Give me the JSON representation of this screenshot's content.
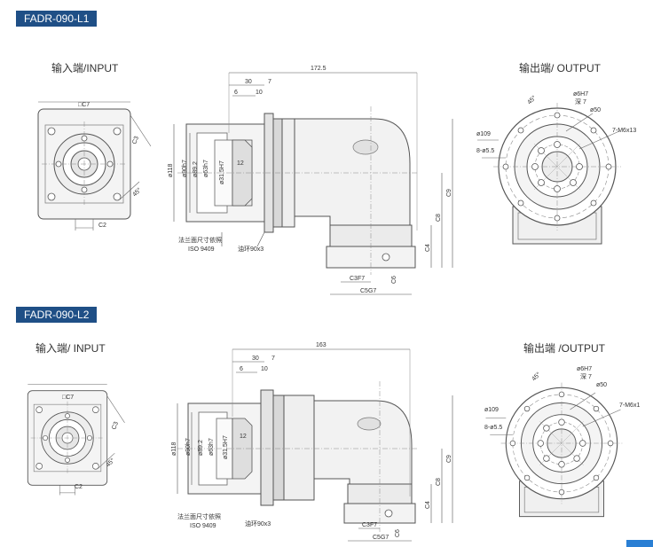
{
  "sections": [
    {
      "model": "FADR-090-L1",
      "input_label": "输入端/INPUT",
      "output_label": "输出端/ OUTPUT",
      "dims": {
        "c7": "□C7",
        "c2": "C2",
        "c3": "C3",
        "d45": "45°",
        "d118": "ø118",
        "d90": "ø90h7",
        "d89": "ø89.2",
        "d63": "ø63h7",
        "d315": "ø31.5H7",
        "len": "172.5",
        "l30": "30",
        "l7": "7",
        "l6": "6",
        "l10": "10",
        "l12": "12",
        "c9": "C9",
        "c8": "C8",
        "c4": "C4",
        "c6": "C6",
        "c3f7": "C3F7",
        "c5g7": "C5G7",
        "flange_note_cn": "法兰面尺寸依照",
        "flange_note_iso": "ISO 9409",
        "oil_ring": "油环90x3",
        "o_d109": "ø109",
        "o_8d55": "8-ø5.5",
        "o_d6": "ø6H7",
        "o_depth": "深 7",
        "o_d50": "ø50",
        "o_m6": "7-M6x13",
        "o_45": "45°"
      }
    },
    {
      "model": "FADR-090-L2",
      "input_label": "输入端/ INPUT",
      "output_label": "输出端 /OUTPUT",
      "dims": {
        "c7": "□C7",
        "c2": "C2",
        "c3": "C3",
        "d45": "45°",
        "d118": "ø118",
        "d90": "ø90h7",
        "d89": "ø89.2",
        "d63": "ø63h7",
        "d315": "ø31.5H7",
        "len": "163",
        "l30": "30",
        "l7": "7",
        "l6": "6",
        "l10": "10",
        "l12": "12",
        "c9": "C9",
        "c8": "C8",
        "c4": "C4",
        "c6": "C6",
        "c3f7": "C3F7",
        "c5g7": "C5G7",
        "flange_note_cn": "法兰面尺寸依照",
        "flange_note_iso": "ISO 9409",
        "oil_ring": "油环90x3",
        "o_d109": "ø109",
        "o_8d55": "8-ø5.5",
        "o_d6": "ø6H7",
        "o_depth": "深 7",
        "o_d50": "ø50",
        "o_m6": "7-M6x1",
        "o_45": "45°"
      }
    }
  ],
  "colors": {
    "tag_bg": "#1f4f86",
    "line": "#555555",
    "fill": "#f2f2f2",
    "dark": "#c8c8c8"
  }
}
